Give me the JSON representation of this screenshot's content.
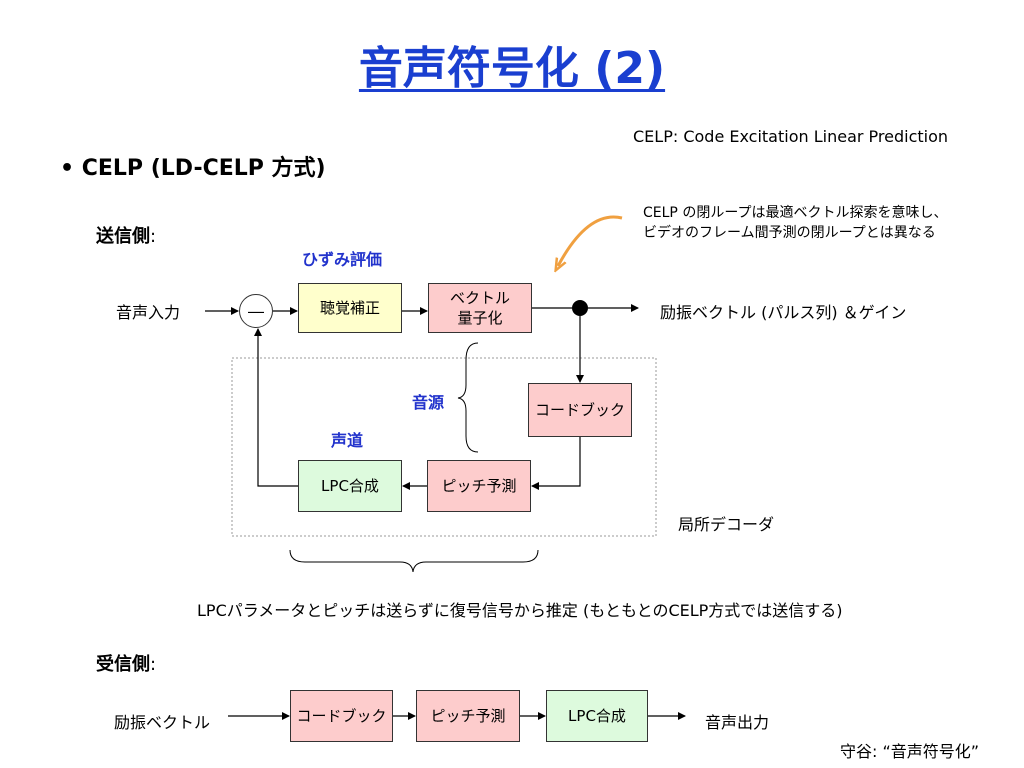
{
  "slide": {
    "title": "音声符号化 (2)",
    "abbrev_note": "CELP: Code Excitation Linear Prediction",
    "bullet": "• CELP (LD-CELP 方式)",
    "footer": "守谷: “音声符号化”"
  },
  "callout": {
    "line1": "CELP の閉ループは最適ベクトル探索を意味し、",
    "line2": "ビデオのフレーム間予測の閉ループとは異なる"
  },
  "sender": {
    "heading": "送信側",
    "colon": ":",
    "distortion_label": "ひずみ評価",
    "input_label": "音声入力",
    "minus": "―",
    "perceptual_box": "聴覚補正",
    "vq_box_line1": "ベクトル",
    "vq_box_line2": "量子化",
    "output_label": "励振ベクトル (パルス列) ＆ゲイン",
    "source_label": "音源",
    "codebook_box": "コードブック",
    "tract_label": "声道",
    "lpc_box": "LPC合成",
    "pitch_box": "ピッチ予測",
    "local_decoder_label": "局所デコーダ"
  },
  "bottom_note": "LPCパラメータとピッチは送らずに復号信号から推定 (もともとのCELP方式では送信する)",
  "receiver": {
    "heading": "受信側",
    "colon": ":",
    "input_label": "励振ベクトル",
    "codebook_box": "コードブック",
    "pitch_box": "ピッチ予測",
    "lpc_box": "LPC合成",
    "output_label": "音声出力"
  },
  "colors": {
    "title": "#1a3fd0",
    "accent_label": "#2233cc",
    "callout_arrow": "#f0a040",
    "yellow_box": "#ffffcc",
    "pink_box": "#fdcccc",
    "green_box": "#ddfadd"
  }
}
